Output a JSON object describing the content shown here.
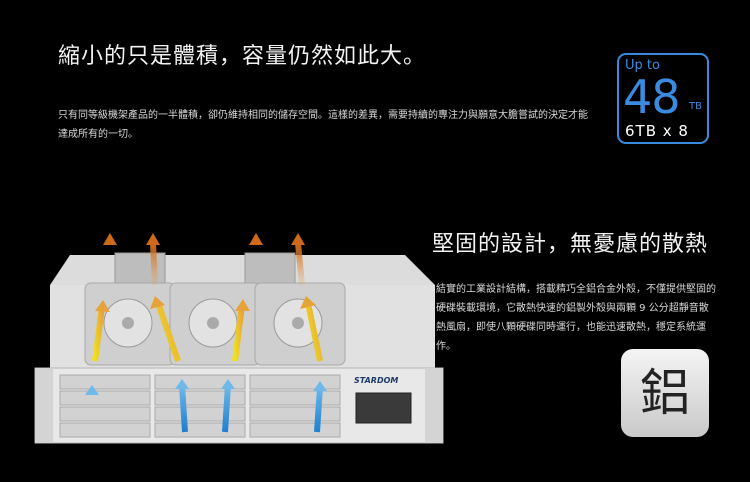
{
  "headline": "縮小的只是體積，容量仍然如此大。",
  "intro": "只有同等級機架產品的一半體積，卻仍維持相同的儲存空間。這樣的差異，需要持續的專注力與願意大膽嘗試的決定才能達成所有的一切。",
  "capacity_badge": {
    "prefix": "Up to",
    "number": "48",
    "unit": "TB",
    "detail": "6TB x 8",
    "accent_color": "#3a8be0"
  },
  "design": {
    "title": "堅固的設計，無憂慮的散熱",
    "description": "結實的工業設計結構，搭載精巧全鋁合金外殼，不僅提供堅固的硬碟裝載環境，它散熱快速的鋁製外殼與兩顆 9 公分超靜音散熱風扇，即使八顆硬碟同時運行，也能迅速散熱，穩定系統運作。"
  },
  "material_badge": {
    "char": "鋁"
  },
  "product": {
    "brand_logo": "STARDOM"
  },
  "airflow_colors": {
    "cool": "#2b8fd6",
    "warm": "#e0d020",
    "hot": "#d8751e"
  }
}
